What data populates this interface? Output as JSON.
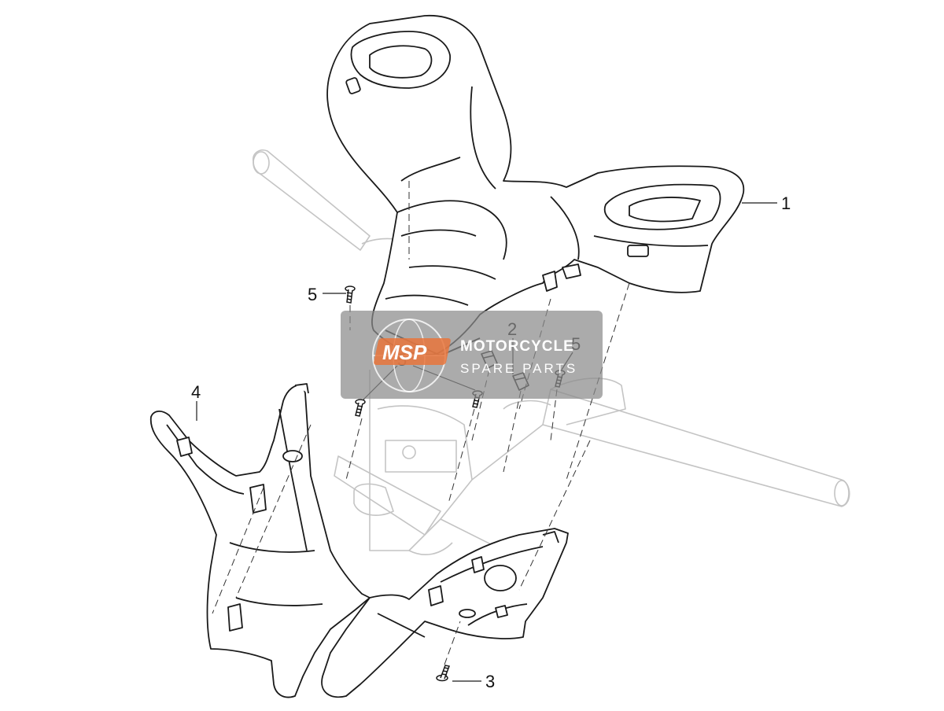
{
  "callouts": [
    {
      "id": "1",
      "label": "1"
    },
    {
      "id": "2",
      "label": "2"
    },
    {
      "id": "3",
      "label": "3"
    },
    {
      "id": "4",
      "label": "4"
    },
    {
      "id": "5a",
      "label": "5"
    },
    {
      "id": "5b",
      "label": "5"
    },
    {
      "id": "5c",
      "label": "5"
    }
  ],
  "watermark": {
    "logo": "MSP",
    "line1": "MOTORCYCLE",
    "line2": "SPARE PARTS"
  },
  "colors": {
    "line": "#1a1a1a",
    "ghost": "#c4c4c4",
    "watermark_bg": "#8a8a8a",
    "watermark_logo": "#e8743b"
  }
}
